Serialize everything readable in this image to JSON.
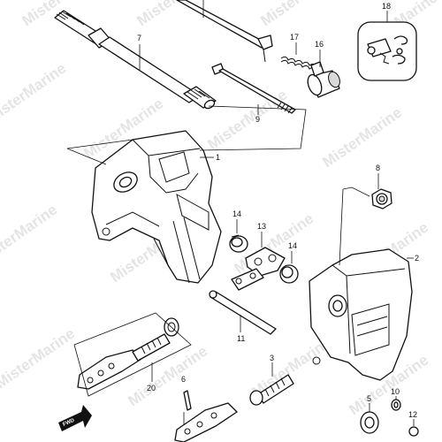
{
  "watermark": "MisterMarine",
  "fwd_label": "FWD",
  "labels": {
    "p1": "1",
    "p2": "2",
    "p3": "3",
    "p5": "5",
    "p6": "6",
    "p7": "7",
    "p8": "8",
    "p9": "9",
    "p10": "10",
    "p11": "11",
    "p12": "12",
    "p13": "13",
    "p14a": "14",
    "p14b": "14",
    "p16": "16",
    "p17": "17",
    "p18": "18",
    "p20": "20"
  }
}
